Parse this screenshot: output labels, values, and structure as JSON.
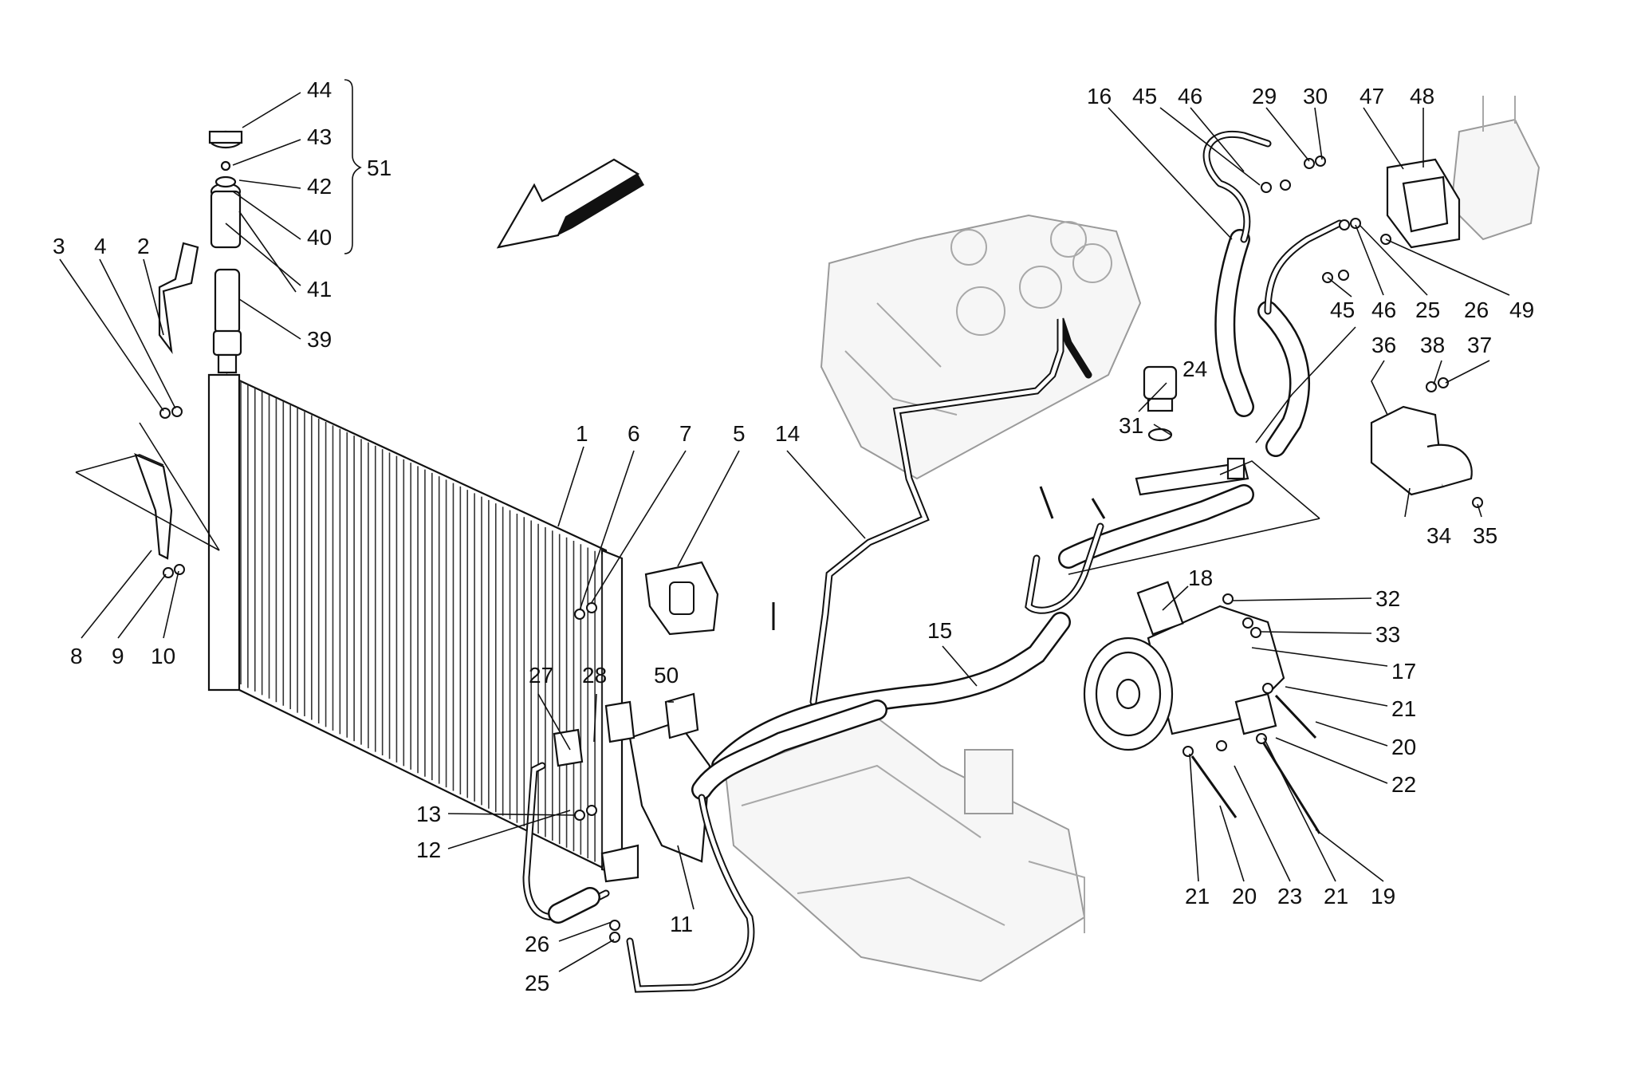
{
  "diagram": {
    "callouts": [
      {
        "id": "c44",
        "text": "44"
      },
      {
        "id": "c43",
        "text": "43"
      },
      {
        "id": "c42",
        "text": "42"
      },
      {
        "id": "c40",
        "text": "40"
      },
      {
        "id": "c41",
        "text": "41"
      },
      {
        "id": "c39",
        "text": "39"
      },
      {
        "id": "c51",
        "text": "51"
      },
      {
        "id": "c3",
        "text": "3"
      },
      {
        "id": "c4",
        "text": "4"
      },
      {
        "id": "c2",
        "text": "2"
      },
      {
        "id": "c8",
        "text": "8"
      },
      {
        "id": "c9",
        "text": "9"
      },
      {
        "id": "c10",
        "text": "10"
      },
      {
        "id": "c1",
        "text": "1"
      },
      {
        "id": "c6",
        "text": "6"
      },
      {
        "id": "c7",
        "text": "7"
      },
      {
        "id": "c5",
        "text": "5"
      },
      {
        "id": "c14",
        "text": "14"
      },
      {
        "id": "c27",
        "text": "27"
      },
      {
        "id": "c28",
        "text": "28"
      },
      {
        "id": "c50",
        "text": "50"
      },
      {
        "id": "c13",
        "text": "13"
      },
      {
        "id": "c12",
        "text": "12"
      },
      {
        "id": "c11",
        "text": "11"
      },
      {
        "id": "c26",
        "text": "26"
      },
      {
        "id": "c25",
        "text": "25"
      },
      {
        "id": "c15",
        "text": "15"
      },
      {
        "id": "c16",
        "text": "16"
      },
      {
        "id": "c45a",
        "text": "45"
      },
      {
        "id": "c46a",
        "text": "46"
      },
      {
        "id": "c29",
        "text": "29"
      },
      {
        "id": "c30",
        "text": "30"
      },
      {
        "id": "c47",
        "text": "47"
      },
      {
        "id": "c48",
        "text": "48"
      },
      {
        "id": "c45b",
        "text": "45"
      },
      {
        "id": "c46b",
        "text": "46"
      },
      {
        "id": "c25b",
        "text": "25"
      },
      {
        "id": "c26b",
        "text": "26"
      },
      {
        "id": "c49",
        "text": "49"
      },
      {
        "id": "c24",
        "text": "24"
      },
      {
        "id": "c31",
        "text": "31"
      },
      {
        "id": "c36",
        "text": "36"
      },
      {
        "id": "c38",
        "text": "38"
      },
      {
        "id": "c37",
        "text": "37"
      },
      {
        "id": "c34",
        "text": "34"
      },
      {
        "id": "c35",
        "text": "35"
      },
      {
        "id": "c18",
        "text": "18"
      },
      {
        "id": "c32",
        "text": "32"
      },
      {
        "id": "c33",
        "text": "33"
      },
      {
        "id": "c17",
        "text": "17"
      },
      {
        "id": "c21a",
        "text": "21"
      },
      {
        "id": "c20a",
        "text": "20"
      },
      {
        "id": "c22",
        "text": "22"
      },
      {
        "id": "c21b",
        "text": "21"
      },
      {
        "id": "c20b",
        "text": "20"
      },
      {
        "id": "c23",
        "text": "23"
      },
      {
        "id": "c21c",
        "text": "21"
      },
      {
        "id": "c19",
        "text": "19"
      }
    ]
  }
}
